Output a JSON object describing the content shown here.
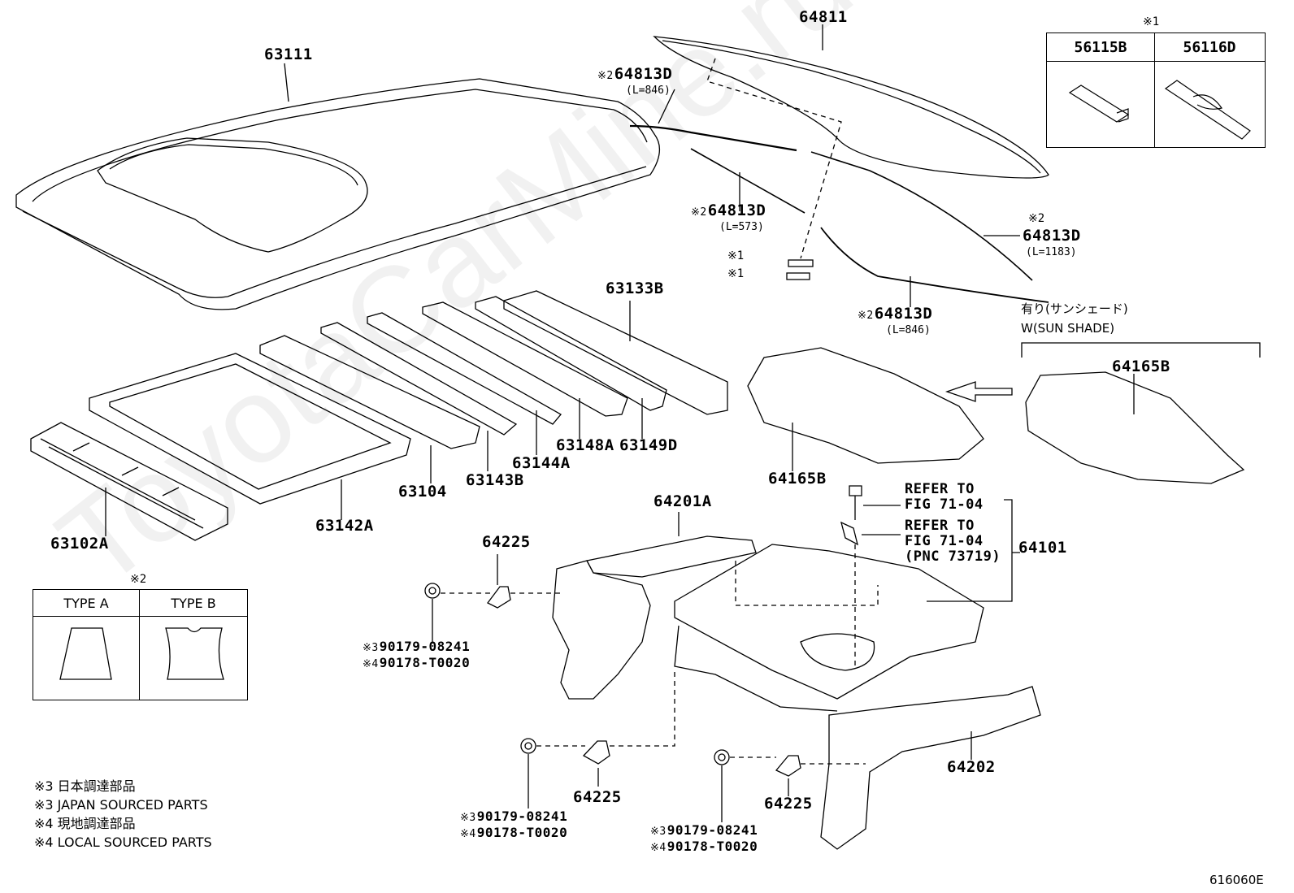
{
  "watermark": "ToyotaCarMine.ru",
  "figure_id": "616060E",
  "parts": {
    "roof_panel": "63111",
    "back_window_glass": "64811",
    "weatherstrip_top": "64813D",
    "weatherstrip_top_len": "(L=846)",
    "weatherstrip_mid": "64813D",
    "weatherstrip_mid_len": "(L=573)",
    "weatherstrip_right": "64813D",
    "weatherstrip_right_len": "(L=1183)",
    "weatherstrip_bottom": "64813D",
    "weatherstrip_bottom_len": "(L=846)",
    "roof_front_rail": "63102A",
    "sunroof_reinforcement": "63142A",
    "roof_bow_1": "63104",
    "roof_bow_2": "63143B",
    "roof_bow_3": "63144A",
    "roof_bow_4": "63148A",
    "roof_bow_5": "63149D",
    "roof_rear_rail": "63133B",
    "silencer_left": "64165B",
    "silencer_right": "64165B",
    "package_tray_upper": "64201A",
    "package_tray_panel": "64101",
    "brace_left": "64202",
    "bracket_top": "64225",
    "bracket_mid": "64225",
    "bracket_right": "64225"
  },
  "marks": {
    "m1": "※1",
    "m2": "※2",
    "m3": "※3",
    "m4": "※4"
  },
  "sunshade_option": {
    "jp": "有り(サンシェード)",
    "en": "W(SUN SHADE)"
  },
  "refer_1": {
    "line1": "REFER TO",
    "line2": "FIG 71-04"
  },
  "refer_2": {
    "line1": "REFER TO",
    "line2": "FIG 71-04",
    "line3": "(PNC 73719)"
  },
  "fasteners": {
    "nut_japan": "90179-08241",
    "nut_local": "90178-T0020"
  },
  "clip_table": {
    "mark": "※1",
    "col1": "56115B",
    "col2": "56116D"
  },
  "type_table": {
    "mark": "※2",
    "col1": "TYPE A",
    "col2": "TYPE B"
  },
  "legend": {
    "l1": "※3 日本調達部品",
    "l2": "※3 JAPAN SOURCED PARTS",
    "l3": "※4 現地調達部品",
    "l4": "※4 LOCAL SOURCED PARTS"
  }
}
